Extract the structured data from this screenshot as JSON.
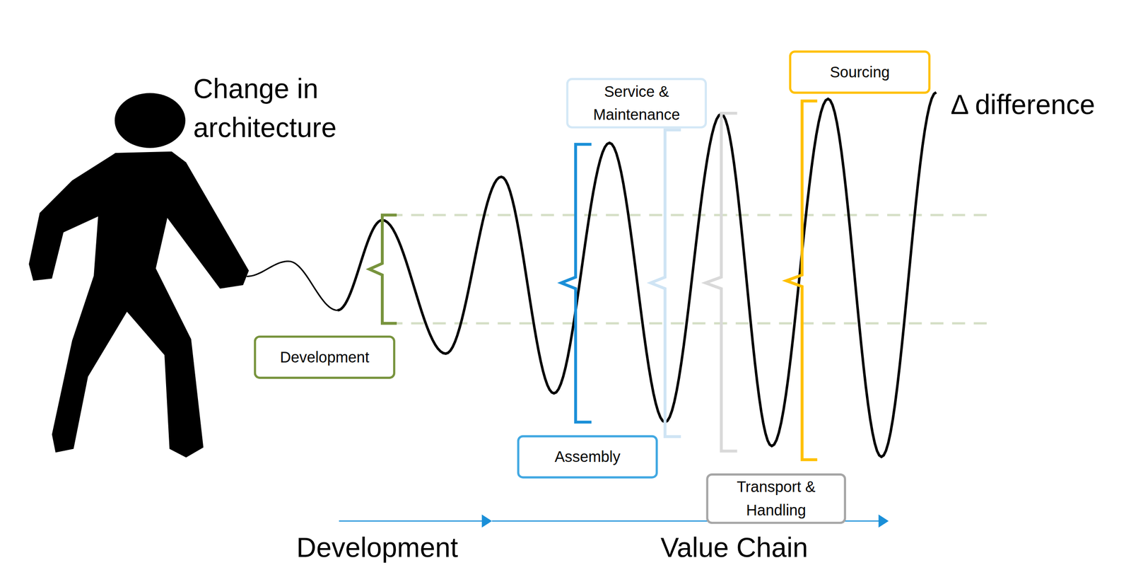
{
  "diagram": {
    "nodes": [
      {
        "text": [
          "Development"
        ]
      },
      {
        "text": [
          "Assembly"
        ]
      },
      {
        "text": [
          "Service & Maintenance"
        ]
      },
      {
        "text": [
          "Transport & Handling"
        ]
      },
      {
        "text": [
          "Sourcing"
        ]
      }
    ],
    "labels": [
      "Change in architecture",
      "Δ difference",
      "Development",
      "Value Chain"
    ]
  }
}
